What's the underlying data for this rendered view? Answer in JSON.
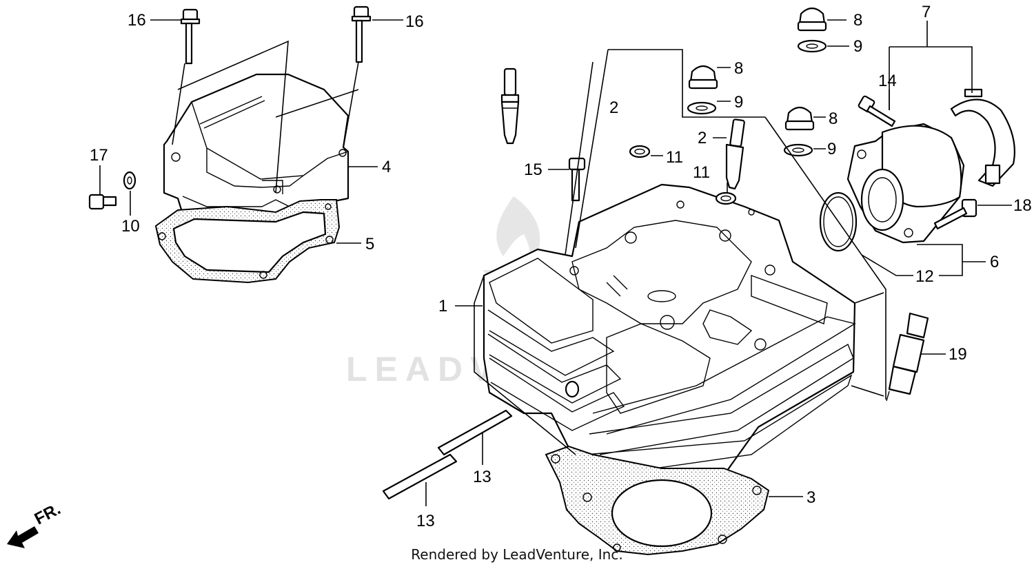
{
  "watermark": "LEADVENTURE",
  "footer": "Rendered by LeadVenture, Inc.",
  "front_marker": "FR.",
  "callouts": {
    "c1": "1",
    "c2a": "2",
    "c2b": "2",
    "c3": "3",
    "c4": "4",
    "c5": "5",
    "c6": "6",
    "c7": "7",
    "c8a": "8",
    "c8b": "8",
    "c8c": "8",
    "c9a": "9",
    "c9b": "9",
    "c9c": "9",
    "c10": "10",
    "c11a": "11",
    "c11b": "11",
    "c12": "12",
    "c13a": "13",
    "c13b": "13",
    "c14": "14",
    "c15": "15",
    "c16a": "16",
    "c16b": "16",
    "c17": "17",
    "c18": "18",
    "c19": "19"
  }
}
